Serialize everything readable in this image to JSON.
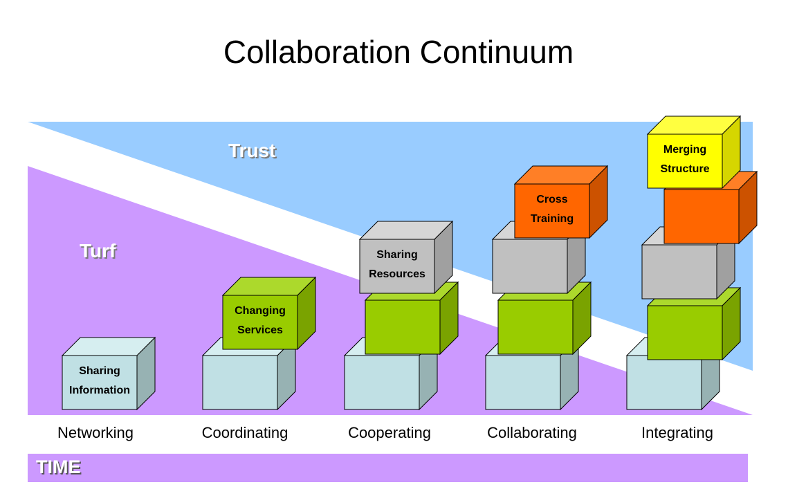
{
  "title": "Collaboration Continuum",
  "bands": {
    "trust": "Trust",
    "turf": "Turf"
  },
  "stages": [
    "Networking",
    "Coordinating",
    "Cooperating",
    "Collaborating",
    "Integrating"
  ],
  "time_label": "TIME",
  "colors": {
    "trust_band": "#99ccff",
    "turf_band": "#cc99ff",
    "info_cube": "#c0e0e4",
    "services_cube": "#99cc00",
    "resources_cube": "#c0c0c0",
    "training_cube": "#ff6600",
    "structure_cube": "#ffff00"
  },
  "cubes": [
    {
      "name": "sharing-information",
      "color": "info",
      "lines": [
        "Sharing",
        "Information"
      ]
    },
    {
      "name": "coordinating-base",
      "color": "info",
      "lines": []
    },
    {
      "name": "changing-services",
      "color": "services",
      "lines": [
        "Changing",
        "Services"
      ]
    },
    {
      "name": "cooperating-base",
      "color": "info",
      "lines": []
    },
    {
      "name": "cooperating-services",
      "color": "services",
      "lines": []
    },
    {
      "name": "sharing-resources",
      "color": "resources",
      "lines": [
        "Sharing",
        "Resources"
      ]
    },
    {
      "name": "collaborating-base",
      "color": "info",
      "lines": []
    },
    {
      "name": "collaborating-services",
      "color": "services",
      "lines": []
    },
    {
      "name": "collaborating-resources",
      "color": "resources",
      "lines": []
    },
    {
      "name": "cross-training",
      "color": "training",
      "lines": [
        "Cross",
        "Training"
      ]
    },
    {
      "name": "integrating-base",
      "color": "info",
      "lines": []
    },
    {
      "name": "integrating-services",
      "color": "services",
      "lines": []
    },
    {
      "name": "integrating-resources",
      "color": "resources",
      "lines": []
    },
    {
      "name": "integrating-training",
      "color": "training",
      "lines": []
    },
    {
      "name": "merging-structure",
      "color": "structure",
      "lines": [
        "Merging",
        "Structure"
      ]
    }
  ]
}
